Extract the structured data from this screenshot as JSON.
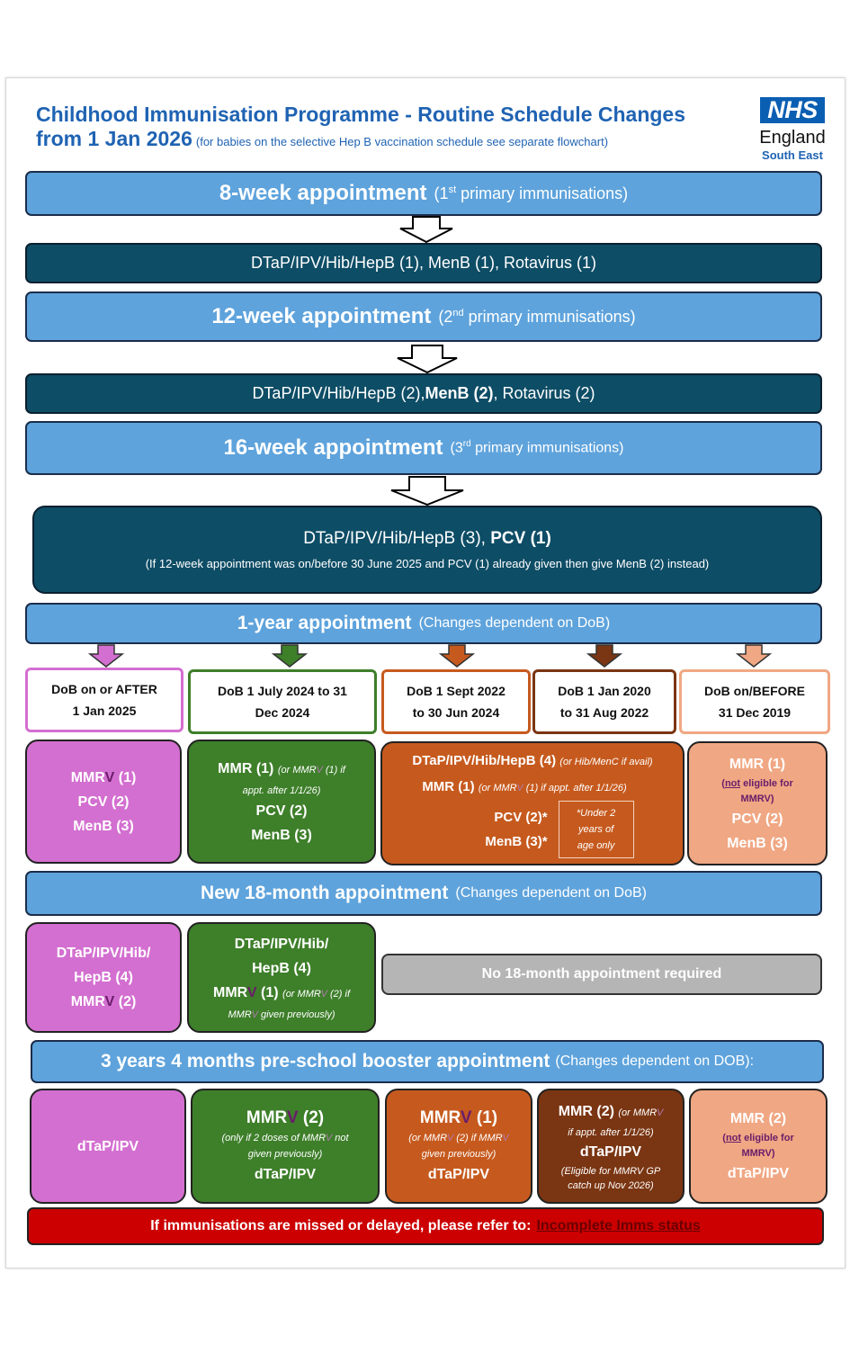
{
  "header": {
    "title_line1": "Childhood Immunisation Programme - Routine Schedule Changes",
    "title_line2": "from 1 Jan 2026",
    "title_note": "(for babies on the selective Hep B vaccination schedule see separate flowchart)",
    "logo_text": "NHS",
    "logo_org": "England",
    "logo_region": "South East"
  },
  "appt8": {
    "title": "8-week appointment",
    "sub_pre": "(1",
    "sub_sup": "st",
    "sub_post": " primary immunisations)",
    "vaccines": "DTaP/IPV/Hib/HepB (1), MenB (1), Rotavirus (1)"
  },
  "appt12": {
    "title": "12-week appointment",
    "sub_pre": "(2",
    "sub_sup": "nd",
    "sub_post": " primary immunisations)",
    "vaccines_a": "DTaP/IPV/Hib/HepB (2), ",
    "vaccines_b": "MenB (2)",
    "vaccines_c": ", Rotavirus (2)"
  },
  "appt16": {
    "title": "16-week appointment",
    "sub_pre": "(3",
    "sub_sup": "rd",
    "sub_post": " primary immunisations)",
    "vaccines_a": "DTaP/IPV/Hib/HepB (3), ",
    "vaccines_b": "PCV (1)",
    "note": "(If 12-week appointment was on/before 30 June 2025 and PCV (1) already given then give MenB (2) instead)"
  },
  "appt1y": {
    "title": "1-year appointment",
    "sub": "(Changes dependent on DoB)"
  },
  "dob": [
    {
      "line1": "DoB on or AFTER",
      "line2": "1 Jan 2025"
    },
    {
      "line1": "DoB 1 July 2024 to 31",
      "line2": "Dec 2024"
    },
    {
      "line1": "DoB 1 Sept 2022",
      "line2": "to 30 Jun 2024"
    },
    {
      "line1": "DoB 1 Jan 2020",
      "line2": "to 31 Aug 2022"
    },
    {
      "line1": "DoB on/BEFORE",
      "line2": "31 Dec 2019"
    }
  ],
  "year1_boxes": {
    "pink": {
      "mmr": "MMR",
      "v": "V",
      "mmr_dose": " (1)",
      "pcv": "PCV (2)",
      "menb": "MenB (3)"
    },
    "green": {
      "mmr": "MMR (1)",
      "mmr_note_a": "(or MMR",
      "mmr_note_v": "V",
      "mmr_note_b": " (1) if",
      "mmr_note2": "appt. after 1/1/26)",
      "pcv": "PCV (2)",
      "menb": "MenB (3)"
    },
    "orange": {
      "dtap": "DTaP/IPV/Hib/HepB (4)",
      "dtap_note": "(or Hib/MenC if avail)",
      "mmr": "MMR (1)",
      "mmr_note_a": "(or MMR",
      "mmr_note_v": "V",
      "mmr_note_b": " (1) if appt. after 1/1/26)",
      "pcv": "PCV (2)*",
      "menb": "MenB (3)*",
      "star_note1": "*Under 2",
      "star_note2": "years of",
      "star_note3": "age only"
    },
    "peach": {
      "mmr": "MMR (1)",
      "note_not": "not",
      "note_rest": " eligible for",
      "note2": "MMRV)",
      "note_open": "(",
      "pcv": "PCV (2)",
      "menb": "MenB (3)"
    }
  },
  "appt18": {
    "title": "New 18-month appointment",
    "sub": "(Changes dependent on DoB)"
  },
  "m18_boxes": {
    "pink": {
      "line1": "DTaP/IPV/Hib/",
      "line2": "HepB (4)",
      "mmr": "MMR",
      "v": "V",
      "mmr_dose": " (2)"
    },
    "green": {
      "line1": "DTaP/IPV/Hib/",
      "line2": "HepB (4)",
      "mmr": "MMR",
      "v": "V",
      "mmr_dose": " (1)",
      "note_a": "(or MMR",
      "note_b": " (2) if",
      "note2_a": "MMR",
      "note2_b": " given previously)"
    },
    "grey": "No 18-month appointment required"
  },
  "preschool": {
    "title": "3 years 4 months pre-school booster appointment",
    "sub": "(Changes dependent on DOB):"
  },
  "ps_boxes": {
    "pink": {
      "line": "dTaP/IPV"
    },
    "green": {
      "mmr": "MMR",
      "v": "V",
      "dose": " (2)",
      "note1": "(only if 2 doses of MMR",
      "note1b": " not",
      "note2": "given previously)",
      "dtap": "dTaP/IPV"
    },
    "orange": {
      "mmr": "MMR",
      "v": "V",
      "dose": " (1)",
      "note1a": "(or MMR",
      "note1b": " (2) if MMR",
      "note2": "given previously)",
      "dtap": "dTaP/IPV"
    },
    "brown": {
      "mmr": "MMR (2)",
      "note_a": "(or MMR",
      "note_v": "V",
      "note2": "if appt. after 1/1/26)",
      "dtap": "dTaP/IPV",
      "note3": "(Eligible for MMRV GP",
      "note4": "catch up Nov 2026)"
    },
    "peach": {
      "mmr": "MMR (2)",
      "note_open": "(",
      "note_not": "not",
      "note_rest": " eligible for",
      "note2": "MMRV)",
      "dtap": "dTaP/IPV"
    }
  },
  "footer": {
    "text": "If immunisations are missed or delayed, please refer to:",
    "link": "Incomplete Imms status"
  },
  "colors": {
    "appt_blue": "#5ea3dc",
    "vaccine_teal": "#0e4d66",
    "pink": "#d36fd0",
    "green": "#3e7f2a",
    "orange": "#c65a1e",
    "brown": "#7a3512",
    "peach": "#f0a783",
    "footer_red": "#cc0000"
  }
}
